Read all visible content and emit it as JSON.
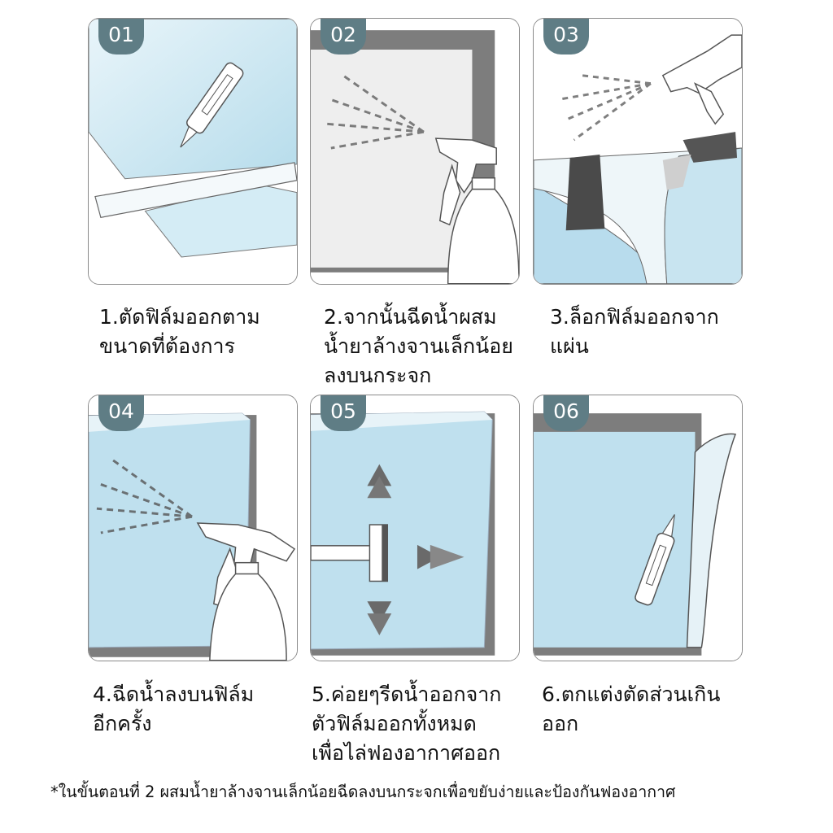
{
  "steps": [
    {
      "badge": "01",
      "lines": [
        "1.ตัดฟิล์มออกตาม",
        "ขนาดที่ต้องการ"
      ]
    },
    {
      "badge": "02",
      "lines": [
        "2.จากนั้นฉีดน้ำผสม",
        "น้ำยาล้างจานเล็กน้อย",
        "ลงบนกระจก"
      ]
    },
    {
      "badge": "03",
      "lines": [
        "3.ล็อกฟิล์มออกจาก",
        "แผ่น"
      ]
    },
    {
      "badge": "04",
      "lines": [
        "4.ฉีดน้ำลงบนฟิล์ม",
        "อีกครั้ง"
      ]
    },
    {
      "badge": "05",
      "lines": [
        "5.ค่อยๆรีดน้ำออกจาก",
        "ตัวฟิล์มออกทั้งหมด",
        "เพื่อไล่ฟองอากาศออก"
      ]
    },
    {
      "badge": "06",
      "lines": [
        "6.ตกแต่งตัดส่วนเกิน",
        "ออก"
      ]
    }
  ],
  "footnote": "*ในขั้นตอนที่ 2 ผสมน้ำยาล้างจานเล็กน้อยฉีดลงบนกระจกเพื่อขยับง่ายและป้องกันฟองอากาศ",
  "colors": {
    "badge": "#5f7d85",
    "frame": "#7d7d7d",
    "glass": "#bfe0ee",
    "border": "#8a8a8a"
  }
}
